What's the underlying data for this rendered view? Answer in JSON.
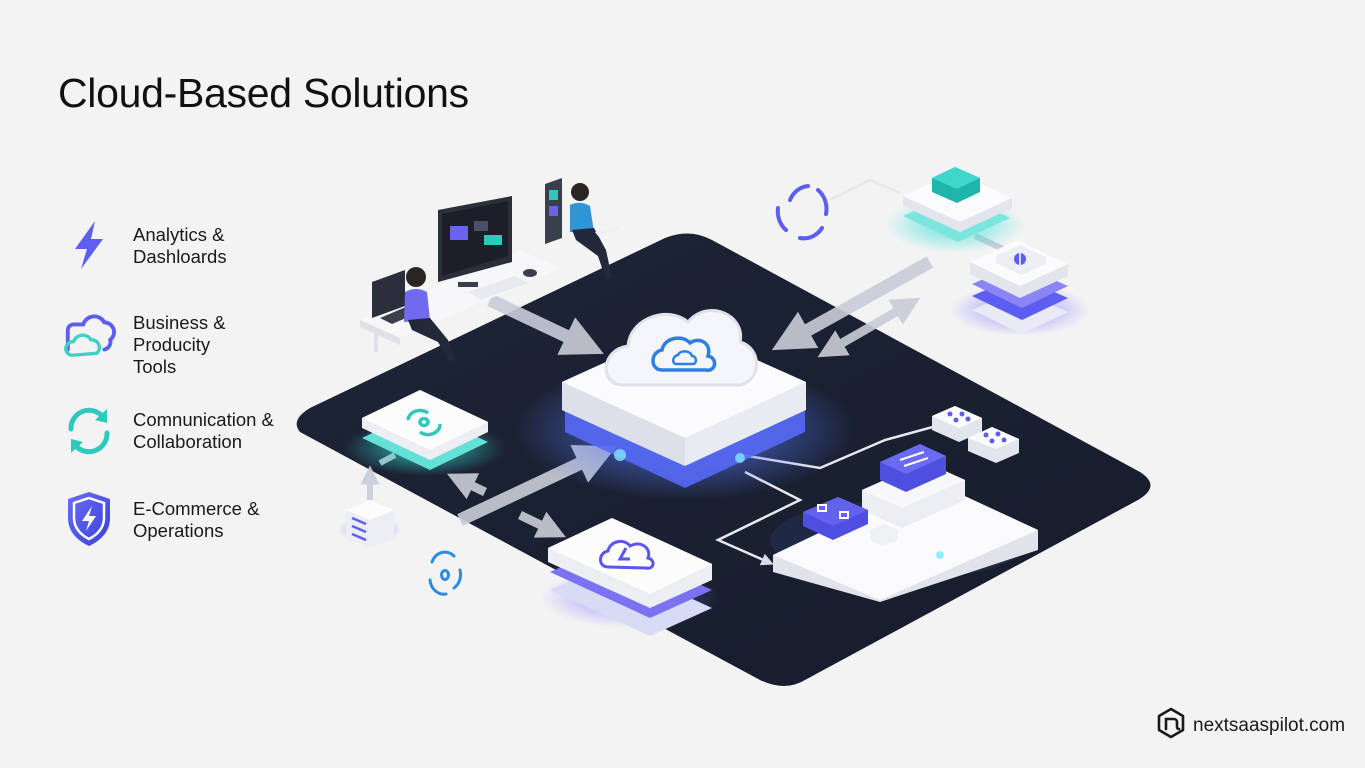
{
  "header": {
    "title": "Cloud-Based Solutions"
  },
  "features": [
    {
      "label": "Analytics &\nDashloards",
      "icon": "lightning-bolt-icon",
      "color": "#5b5ef0"
    },
    {
      "label": "Business &\nProducity\nTools",
      "icon": "stacked-clouds-icon",
      "color": "#5b5ef0",
      "accent": "#3ed1c4"
    },
    {
      "label": "Comnunication &\nCollaboration",
      "icon": "sync-arrows-icon",
      "color": "#2ec9bd"
    },
    {
      "label": "E-Commerce &\nOperations",
      "icon": "shield-lightning-icon",
      "color": "#4f52e6"
    }
  ],
  "diagram": {
    "platform_color": "#1b2234",
    "hub": {
      "name": "central-cloud",
      "icon": "cloud-icon",
      "glow": "#4d6bff"
    },
    "nodes": [
      {
        "name": "sync-node",
        "icon": "sync-icon",
        "accent": "#2ec9bd"
      },
      {
        "name": "cloud-upload-node",
        "icon": "cloud-upload-icon",
        "accent": "#6b63f0"
      },
      {
        "name": "app-cluster-node",
        "icon": "modules-icon",
        "accent": "#5654e8"
      },
      {
        "name": "teal-server-node",
        "icon": "box-icon",
        "accent": "#2fd3c9"
      },
      {
        "name": "stack-node",
        "icon": "pie-icon",
        "accent": "#6b63f0"
      },
      {
        "name": "database-node",
        "icon": "database-icon",
        "accent": "#5654e8"
      }
    ],
    "people": [
      "person-at-desk",
      "person-with-tablet"
    ]
  },
  "brand": {
    "logo_icon": "hexagon-n-logo-icon",
    "text": "nextsaaspilot.com"
  },
  "colors": {
    "background": "#f3f3f4",
    "indigo": "#5b5ef0",
    "teal": "#2ec9bd",
    "dark": "#1b2234"
  }
}
